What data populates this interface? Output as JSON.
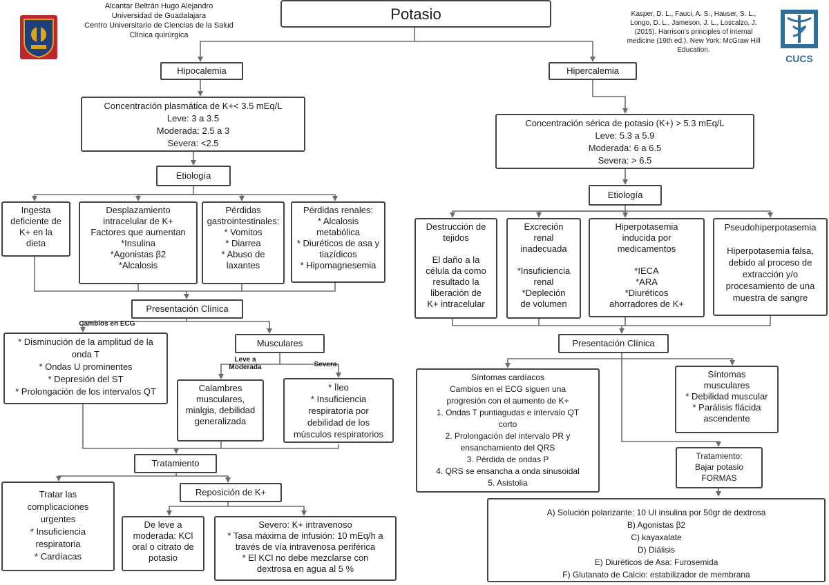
{
  "title": "Potasio",
  "author_block": {
    "lines": "Alcantar Beltrán Hugo Alejandro\nUniversidad de Guadalajara\nCentro Universitario de Ciencias de la Salud\nClínica quirúrgica"
  },
  "reference": "Kasper, D. L., Fauci, A. S., Hauser, S. L.,\nLongo, D. L., Jameson, J. L., Loscalzo, J.\n(2015). Harrison's principles of internal\nmedicine (19th ed.). New York: McGraw Hill\nEducation.",
  "logo_right_text": "CUCS",
  "hipo": {
    "title": "Hipocalemia",
    "concentration": "Concentración plasmática de K+< 3.5 mEq/L\nLeve: 3 a 3.5\nModerada: 2.5 a 3\nSevera: <2.5",
    "etiologia": "Etiología",
    "causes": [
      "Ingesta\ndeficiente de\nK+ en la\ndieta",
      "Desplazamiento\nintracelular de K+\nFactores que aumentan\n*Insulina\n*Agonistas β2\n*Alcalosis",
      "Pérdidas\ngastrointestinales:\n* Vomitos\n* Diarrea\n* Abuso de\nlaxantes",
      "Pérdidas renales:\n* Alcalosis\nmetabólica\n* Diuréticos de asa y\ntiazídicos\n* Hipomagnesemia"
    ],
    "presentacion": "Presentación Clínica",
    "ecg_label": "Cambios en ECG",
    "ecg": "* Disminución de la amplitud de la\nonda T\n* Ondas U prominentes\n* Depresión del ST\n* Prolongación de los intervalos QT",
    "musculares": "Musculares",
    "leve_label": "Leve a\nModerada",
    "severa_label": "Severa",
    "leve": "Calambres\nmusculares,\nmialgia, debilidad\ngeneralizada",
    "severa": "* Íleo\n* Insuficiencia\nrespiratoria por\ndebilidad de los\nmúsculos respiratorios",
    "tratamiento": "Tratamiento",
    "urgentes": "Tratar las\ncomplicaciones\nurgentes\n* Insuficiencia\nrespiratoria\n* Cardíacas",
    "reposicion": "Reposición de K+",
    "leve_tx": "De leve a\nmoderada: KCl\noral o citrato de\npotasio",
    "severo_tx": "Severo: K+ intravenoso\n* Tasa máxima de infusión: 10 mEq/h a\ntravés de vía intravenosa periférica\n* El KCl no debe mezclarse con\ndextrosa en agua al 5 %"
  },
  "hiper": {
    "title": "Hipercalemia",
    "concentration": "Concentración sérica de potasio (K+) > 5.3 mEq/L\nLeve: 5.3 a 5.9\nModerada: 6 a 6.5\nSevera: > 6.5",
    "etiologia": "Etiología",
    "causes": [
      "Destrucción de\ntejidos\n\nEl daño a la\ncélula da como\nresultado la\nliberación de\nK+ intracelular",
      "Excreción\nrenal\ninadecuada\n\n*Insuficiencia\nrenal\n*Depleción\nde volumen",
      "Hiperpotasemia\ninducida por\nmedicamentos\n\n*IECA\n*ARA\n*Diuréticos\nahorradores de K+",
      "Pseudohiperpotasemia\n\nHiperpotasemia falsa,\ndebido al proceso de\nextracción y/o\nprocesamiento de una\nmuestra de sangre"
    ],
    "presentacion": "Presentación Clínica",
    "cardiacos": "Síntomas cardíacos\nCambios en el ECG siguen una\nprogresión con el aumento de K+\n1. Ondas T puntiagudas e intervalo QT\ncorto\n2. Prolongación del intervalo PR y\nensanchamiento del QRS\n3. Pérdida de ondas P\n4. QRS se ensancha a onda sinusoidal\n5. Asistolia",
    "musculares": "Síntomas\nmusculares\n* Debilidad muscular\n* Parálisis flácida\nascendente",
    "tratamiento": "Tratamiento:\nBajar potasio\nFORMAS",
    "formas": "A) Solución polarizante: 10 UI insulina por 50gr de dextrosa\nB) Agonistas  β2\nC) kayaxalate\nD) Diálisis\nE) Diuréticos de Asa: Furosemida\nF) Glutanato de Calcio: estabilizador de membrana"
  },
  "colors": {
    "border": "#444444",
    "line": "#6b6b6b",
    "logo_blue": "#2f6d9a",
    "logo_red": "#c0262d",
    "logo_gold": "#d9a520"
  }
}
